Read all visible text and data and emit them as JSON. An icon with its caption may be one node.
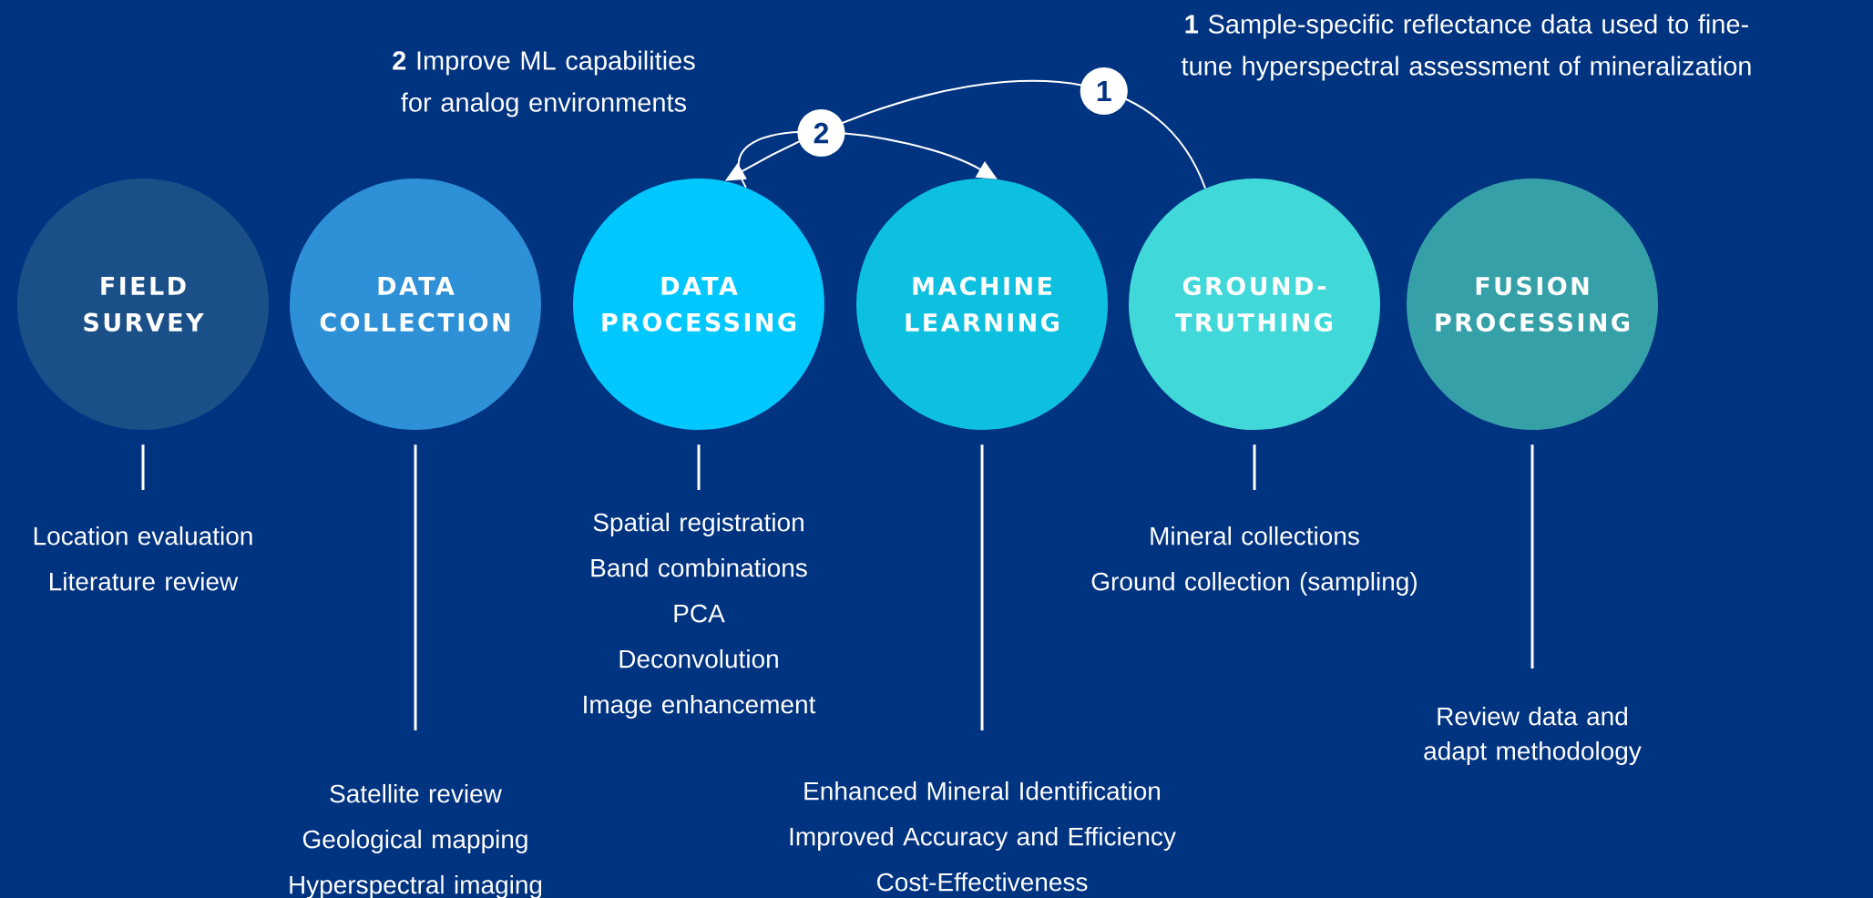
{
  "diagram": {
    "nodes": [
      {
        "text": [
          "FIELD SURVEY"
        ]
      },
      {
        "text": [
          "DATA COLLECTION"
        ]
      },
      {
        "text": [
          "DATA PROCESSING"
        ]
      },
      {
        "text": [
          "MACHINE LEARNING"
        ]
      },
      {
        "text": [
          "GROUND-TRUTHING"
        ]
      },
      {
        "text": [
          "FUSION PROCESSING"
        ]
      },
      {
        "text": [
          "Location evaluation",
          "Literature review"
        ]
      },
      {
        "text": [
          "Satellite review",
          "Geological mapping",
          "Hyperspectral imaging"
        ]
      },
      {
        "text": [
          "Spatial registration",
          "Band combinations",
          "PCA",
          "Deconvolution",
          "Image enhancement"
        ]
      },
      {
        "text": [
          "Enhanced Mineral Identification",
          "Improved Accuracy and Efficiency",
          "Cost-Effectiveness"
        ]
      },
      {
        "text": [
          "Mineral collections",
          "Ground collection (sampling)"
        ]
      },
      {
        "text": [
          "Review data and adapt methodology"
        ]
      }
    ],
    "edges": [
      {
        "from": 0,
        "to": 6,
        "arrow": "none"
      },
      {
        "from": 1,
        "to": 7,
        "arrow": "none"
      },
      {
        "from": 2,
        "to": 8,
        "arrow": "none"
      },
      {
        "from": 3,
        "to": 9,
        "arrow": "none"
      },
      {
        "from": 4,
        "to": 10,
        "arrow": "none"
      },
      {
        "from": 5,
        "to": 11,
        "arrow": "none"
      },
      {
        "from": 4,
        "to": 2,
        "arrow": "to",
        "label": "1"
      },
      {
        "from": 2,
        "to": 3,
        "arrow": "to",
        "label": "2"
      }
    ],
    "labels": [
      "**1** Sample-specific reflectance data used to fine-tune hyperspectral assessment of mineralization",
      "**2** Improve ML capabilities for analog environments"
    ]
  }
}
